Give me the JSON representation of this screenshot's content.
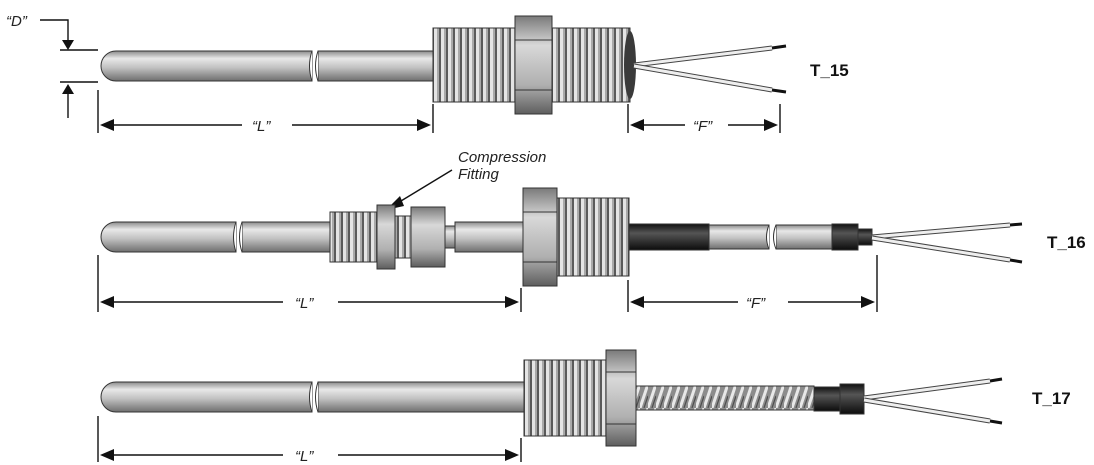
{
  "callout": {
    "line1": "Compression",
    "line2": "Fitting"
  },
  "probes": [
    {
      "model": "T_15",
      "dims": {
        "D": "“D”",
        "L": "“L”",
        "F": "“F”"
      }
    },
    {
      "model": "T_16",
      "dims": {
        "L": "“L”",
        "F": "“F”"
      }
    },
    {
      "model": "T_17",
      "dims": {
        "L": "“L”"
      }
    }
  ],
  "colors": {
    "sheath": "#b8b8b8",
    "fitting": "#9a9a9a",
    "lead_black": "#2a2a2a",
    "line": "#111111"
  }
}
